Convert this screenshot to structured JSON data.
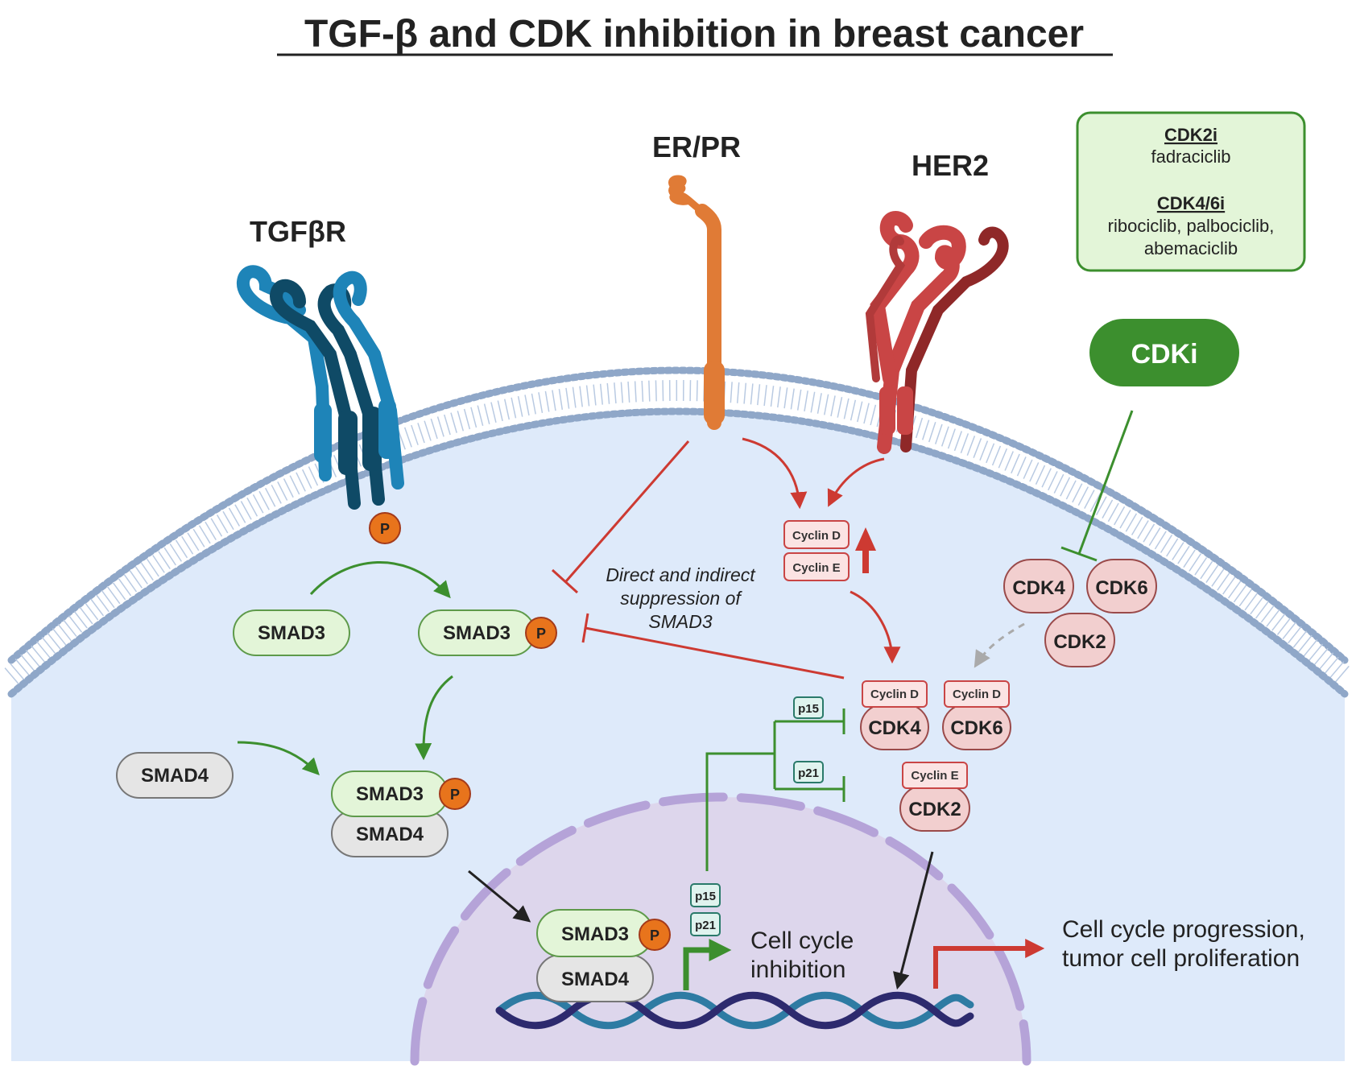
{
  "title": "TGF-β and CDK inhibition in breast cancer",
  "receptors": {
    "tgfbr": "TGFβR",
    "erpr": "ER/PR",
    "her2": "HER2"
  },
  "drugs_box": {
    "cdk2i_heading": "CDK2i",
    "cdk2i_drug": "fadraciclib",
    "cdk46i_heading": "CDK4/6i",
    "cdk46i_line1": "ribociclib, palbociclib,",
    "cdk46i_line2": "abemaciclib"
  },
  "cdki": "CDKi",
  "phospho": "P",
  "smad3": "SMAD3",
  "smad4": "SMAD4",
  "cyclin_d": "Cyclin D",
  "cyclin_e": "Cyclin E",
  "cdk4": "CDK4",
  "cdk6": "CDK6",
  "cdk2": "CDK2",
  "p15": "p15",
  "p21": "p21",
  "suppression": {
    "line1": "Direct and indirect",
    "line2": "suppression of",
    "line3": "SMAD3"
  },
  "inhibition": {
    "line1": "Cell cycle",
    "line2": "inhibition"
  },
  "progression": {
    "line1": "Cell cycle progression,",
    "line2": "tumor cell proliferation"
  },
  "colors": {
    "cytoplasm": "#deeafa",
    "nucleus": "#ddd6ec",
    "membrane": "#8fa7c8",
    "smad3_fill": "#e3f5d8",
    "smad3_stroke": "#5e9a4a",
    "smad4_fill": "#e5e5e5",
    "cdk_fill": "#f2cfcf",
    "cdk_stroke": "#9a4a4a",
    "phospho": "#e8741c",
    "green": "#3c8f2e",
    "red": "#cd3a32",
    "tgfbr_light": "#1e84b8",
    "tgfbr_dark": "#0f4a66",
    "erpr": "#e07b36",
    "her2": "#c94545"
  }
}
